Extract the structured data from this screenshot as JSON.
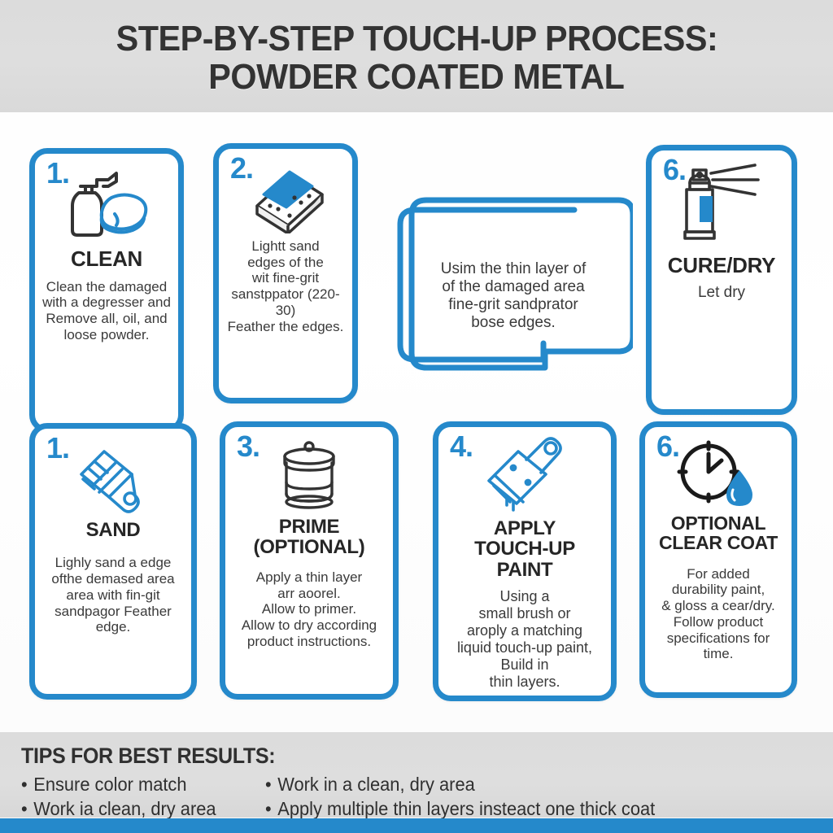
{
  "colors": {
    "accent": "#2589CB",
    "header_bg": "#DCDCDC",
    "text_dark": "#303030",
    "card_bg": "#FFFFFF"
  },
  "header": {
    "title_line1": "STEP-BY-STEP TOUCH-UP PROCESS:",
    "title_line2": "POWDER COATED METAL"
  },
  "cards": [
    {
      "number": "1.",
      "icon": "spray-bottle-and-sponge-icon",
      "title": "CLEAN",
      "body": "Clean the damaged\nwith a degresser and\nRemove all, oil, and\nloose powder."
    },
    {
      "number": "2.",
      "icon": "sanding-block-icon",
      "title": "",
      "body": "Lightt sand\nedges of the\nwit fine-grit\nsanstppator (220-30)\nFeather the edges."
    },
    {
      "number": "",
      "icon": "none",
      "title": "",
      "body": "Usim the thin layer of\nof the damaged area\nfine-grit sandprator\nbose edges."
    },
    {
      "number": "6.",
      "icon": "spray-can-icon",
      "title": "CURE/DRY",
      "body": "Let dry"
    },
    {
      "number": "1.",
      "icon": "paint-brush-icon",
      "title": "SAND",
      "body": "Lighly sand a edge\nofthe demased area\narea with fin-git\nsandpagor Feather\nedge."
    },
    {
      "number": "3.",
      "icon": "primer-can-icon",
      "title": "PRIME\n(OPTIONAL)",
      "body": "Apply a thin layer\narr aoorel.\nAllow to primer.\nAllow to dry according\nproduct instructions."
    },
    {
      "number": "4.",
      "icon": "paint-brush-icon",
      "title": "APPLY\nTOUCH-UP PAINT",
      "body": "Using a\nsmall brush or\naroply a matching\nliquid touch-up paint,\nBuild in\nthin layers."
    },
    {
      "number": "6.",
      "icon": "clock-and-droplet-icon",
      "title": "OPTIONAL\nCLEAR COAT",
      "body": "For added\ndurability paint,\n& gloss a cear/dry.\nFollow product\nspecifications for\ntime."
    }
  ],
  "tips": {
    "title": "TIPS FOR BEST RESULTS:",
    "column_left": [
      "Ensure color match",
      "Work ia clean, dry area"
    ],
    "column_right": [
      "Work in a clean, dry area",
      "Apply multiple thin layers insteact one thick coat"
    ],
    "bullet": "•"
  }
}
